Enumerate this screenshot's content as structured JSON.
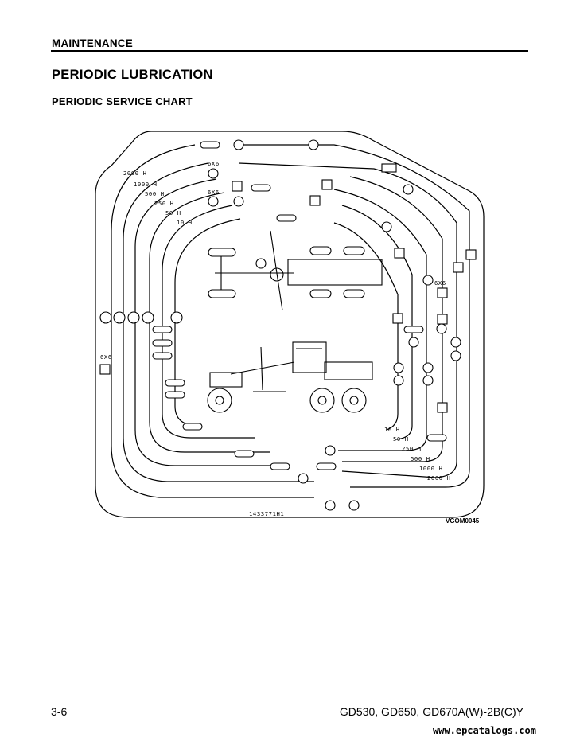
{
  "header": {
    "section": "MAINTENANCE",
    "title": "PERIODIC LUBRICATION",
    "subtitle": "PERIODIC SERVICE CHART"
  },
  "diagram": {
    "interval_labels_left": [
      "2000 H",
      "1000 H",
      "500 H",
      "250 H",
      "50 H",
      "10 H"
    ],
    "interval_labels_right": [
      "10 H",
      "50 H",
      "250 H",
      "500 H",
      "1000 H",
      "2000 H"
    ],
    "six_by_six_label": "6X6",
    "part_number": "1433771H1",
    "figure_code": "VGOM0045"
  },
  "footer": {
    "page_number": "3-6",
    "model": "GD530, GD650, GD670A(W)-2B(C)Y",
    "watermark": "www.epcatalogs.com"
  }
}
